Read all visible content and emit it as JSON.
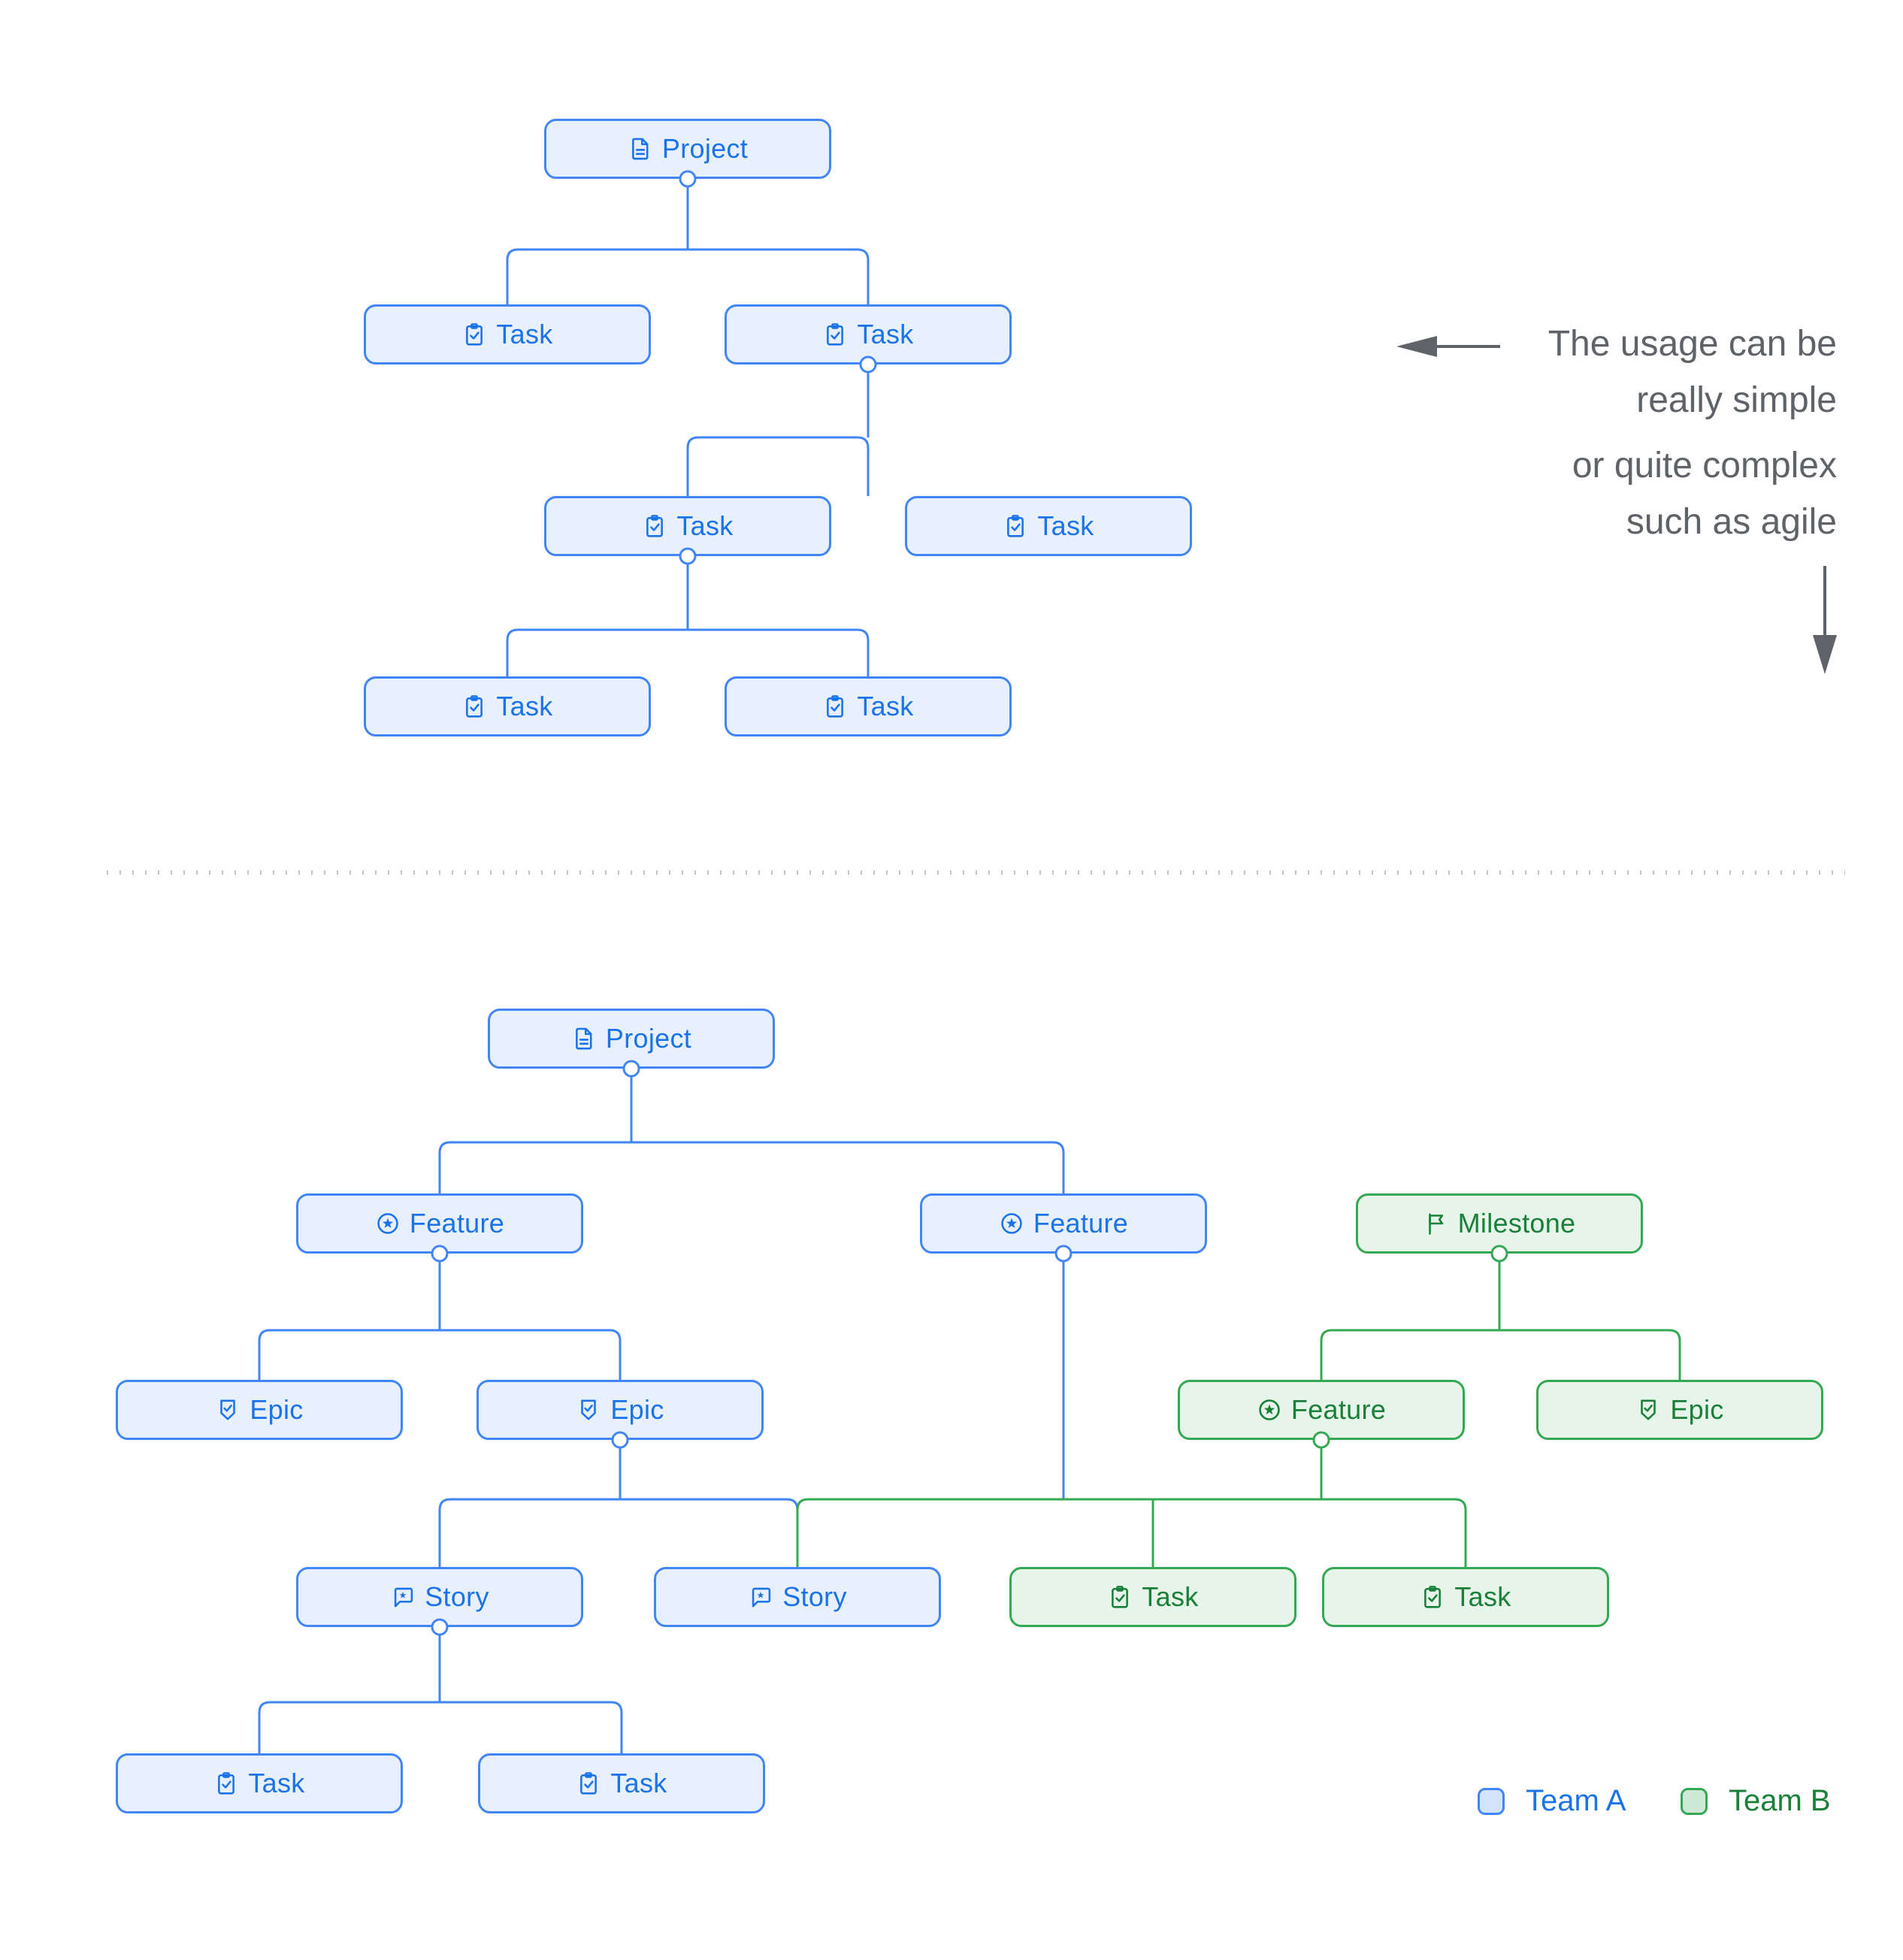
{
  "diagram_simple": {
    "project": {
      "label": "Project"
    },
    "tasks": [
      {
        "label": "Task"
      },
      {
        "label": "Task"
      },
      {
        "label": "Task"
      },
      {
        "label": "Task"
      },
      {
        "label": "Task"
      },
      {
        "label": "Task"
      }
    ]
  },
  "annotation": {
    "line1": "The usage can be",
    "line2": "really simple",
    "line3": "or quite complex",
    "line4": "such as agile"
  },
  "diagram_agile": {
    "project": {
      "label": "Project"
    },
    "features": [
      {
        "label": "Feature"
      },
      {
        "label": "Feature"
      }
    ],
    "milestone": {
      "label": "Milestone"
    },
    "epics": [
      {
        "label": "Epic"
      },
      {
        "label": "Epic"
      }
    ],
    "feature_team_b": {
      "label": "Feature"
    },
    "epic_team_b": {
      "label": "Epic"
    },
    "stories": [
      {
        "label": "Story"
      },
      {
        "label": "Story"
      }
    ],
    "tasks_team_b": [
      {
        "label": "Task"
      },
      {
        "label": "Task"
      }
    ],
    "tasks_team_a": [
      {
        "label": "Task"
      },
      {
        "label": "Task"
      }
    ]
  },
  "legend": {
    "team_a": "Team A",
    "team_b": "Team B"
  },
  "colors": {
    "team_a_border": "#4285F4",
    "team_a_fill": "#E8F0FE",
    "team_a_text": "#1A73E8",
    "team_b_border": "#34A853",
    "team_b_fill": "#E6F4EA",
    "team_b_text": "#188038",
    "annotation_text": "#5F6368",
    "divider_dots": "#C3C6CA"
  }
}
